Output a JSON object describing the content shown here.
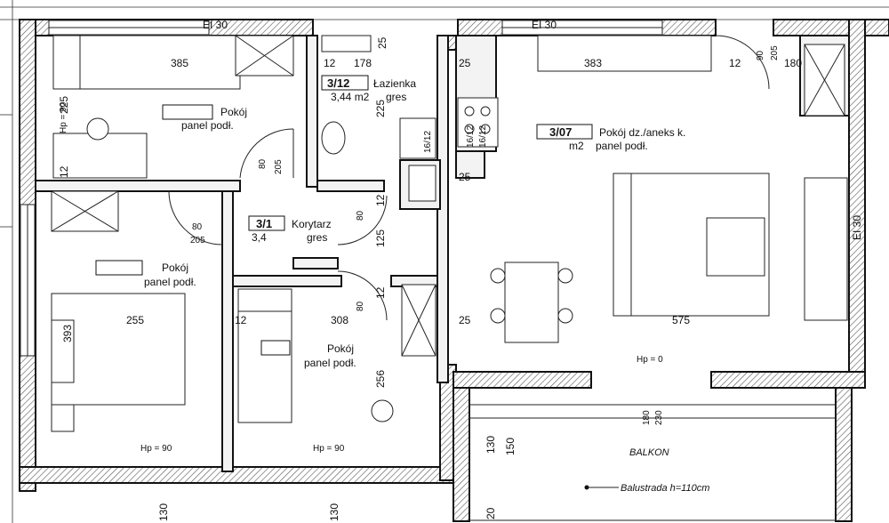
{
  "wall_labels": {
    "ei30_top_left": "EI 30",
    "ei30_top_right": "EI 30",
    "ei30_right": "EI 30"
  },
  "rooms": {
    "bathroom": {
      "number": "3/12",
      "name": "Łazienka",
      "area": "3,44 m2",
      "finish": "gres"
    },
    "living": {
      "number": "3/07",
      "name": "Pokój dz./aneks k.",
      "area": "m2",
      "finish": "panel podł."
    },
    "room_top_left": {
      "number": "",
      "name": "Pokój",
      "area": "",
      "finish": "panel podł."
    },
    "corridor": {
      "number": "3/1",
      "name": "Korytarz",
      "area": "3,4",
      "finish": "gres"
    },
    "room_mid_left": {
      "number": "",
      "name": "Pokój",
      "area": "",
      "finish": "panel podł."
    },
    "room_bottom_mid": {
      "number": "",
      "name": "Pokój",
      "area": "",
      "finish": "panel podł."
    },
    "balcony": {
      "name": "BALKON",
      "railing": "Balustrada h=110cm"
    }
  },
  "dimensions": {
    "d385": "385",
    "d178": "178",
    "d383": "383",
    "d180": "180",
    "d12_a": "12",
    "d12_b": "12",
    "d12_c": "12",
    "d12_d": "12",
    "d12_e": "12",
    "d12_f": "12",
    "d25_a": "25",
    "d25_b": "25",
    "d25_c": "25",
    "d25_d": "25",
    "d225_a": "225",
    "d225_b": "225",
    "d90_a": "90",
    "d205_a": "205",
    "d80_a": "80",
    "d205_b": "205",
    "d80_b": "80",
    "d205_c": "205",
    "d80_c": "80",
    "d80_d": "80",
    "d125": "125",
    "d255": "255",
    "d393": "393",
    "d308": "308",
    "d256": "256",
    "d575": "575",
    "d130_a": "130",
    "d150": "150",
    "d180_b": "180",
    "d230": "230",
    "d130_b": "130",
    "d130_c": "130",
    "d20": "20",
    "d16_12_a": "16/12",
    "d16_12_b": "16/12",
    "d16_12_c": "16/12"
  },
  "heights": {
    "hp90_left": "Hp = 90",
    "hp90_bottom_a": "Hp = 90",
    "hp90_bottom_b": "Hp = 90",
    "hp0": "Hp = 0"
  }
}
